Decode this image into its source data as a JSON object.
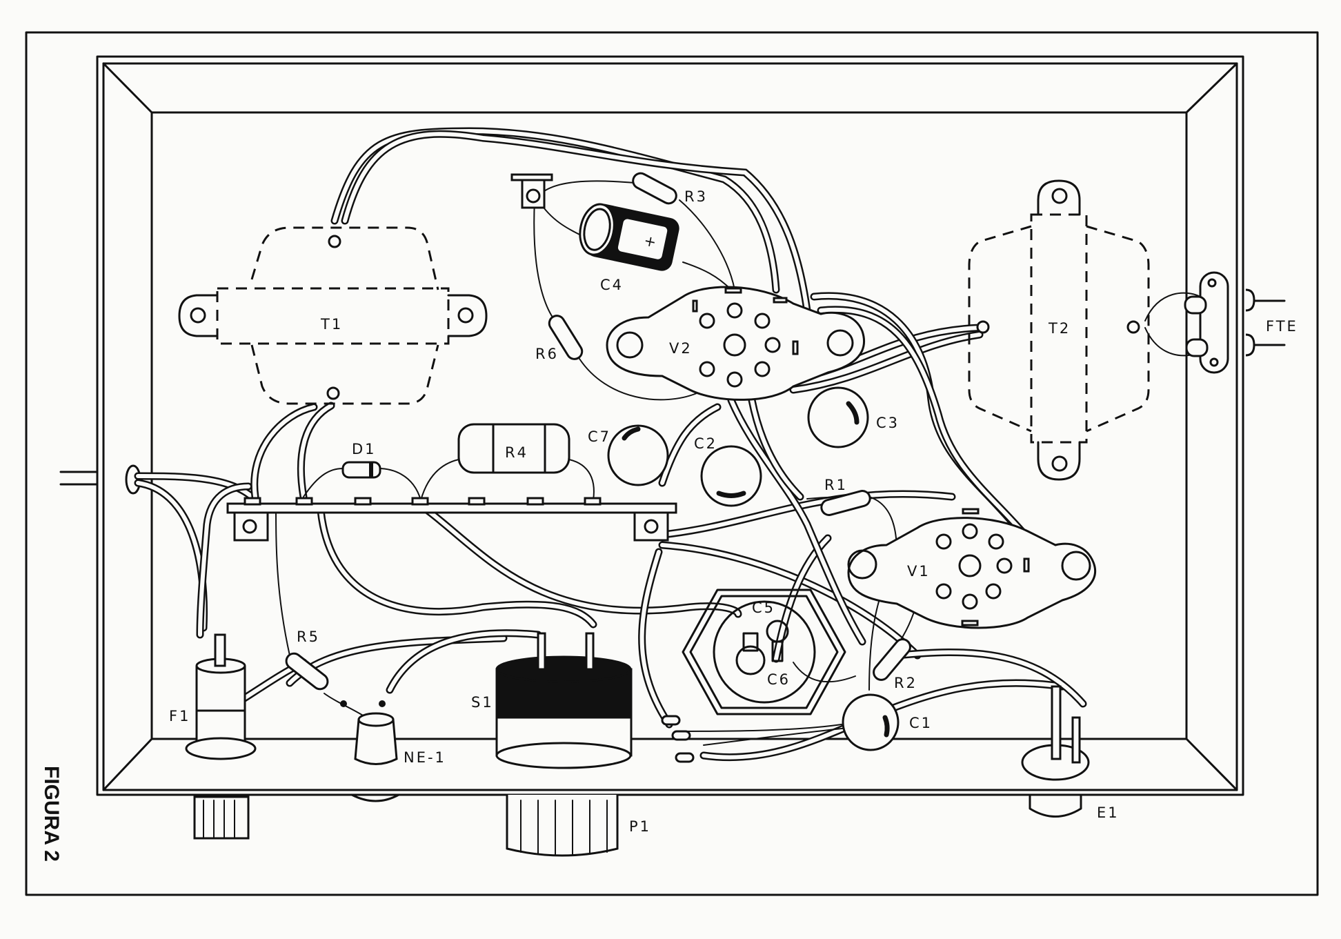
{
  "figure": {
    "caption": "FIGURA 2"
  },
  "components": {
    "T1": "T1",
    "T2": "T2",
    "V1": "V1",
    "V2": "V2",
    "R1": "R1",
    "R2": "R2",
    "R3": "R3",
    "R4": "R4",
    "R5": "R5",
    "R6": "R6",
    "C1": "C1",
    "C2": "C2",
    "C3": "C3",
    "C4": "C4",
    "C5": "C5",
    "C6": "C6",
    "C7": "C7",
    "D1": "D1",
    "F1": "F1",
    "S1": "S1",
    "P1": "P1",
    "NE1": "NE-1",
    "E1": "E1",
    "FTE": "FTE"
  },
  "symbols": {
    "polarity_plus": "+"
  }
}
